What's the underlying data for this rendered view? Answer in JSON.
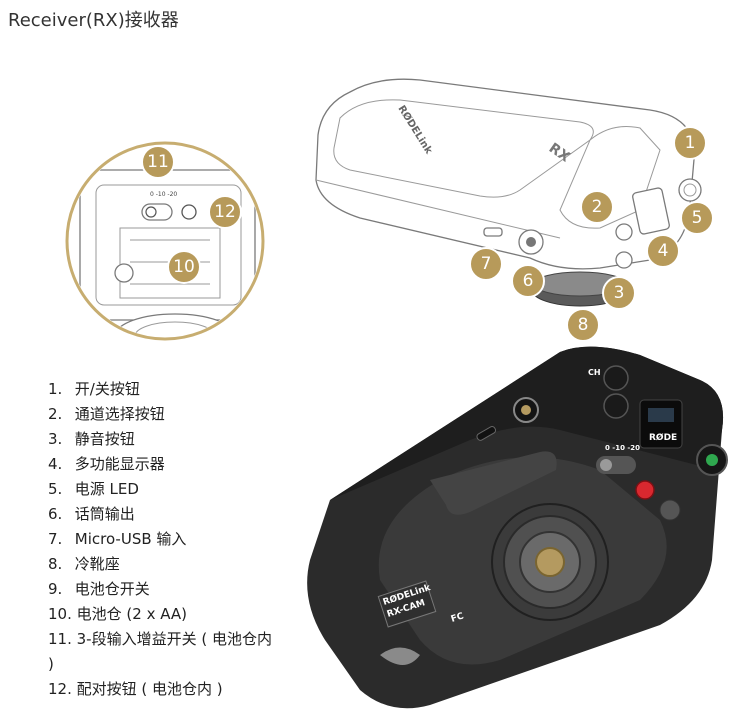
{
  "title": "Receiver(RX)接收器",
  "parts": [
    {
      "num": "1.",
      "label": "开/关按钮"
    },
    {
      "num": "2.",
      "label": "通道选择按钮"
    },
    {
      "num": "3.",
      "label": "静音按钮"
    },
    {
      "num": "4.",
      "label": "多功能显示器"
    },
    {
      "num": "5.",
      "label": "电源 LED"
    },
    {
      "num": "6.",
      "label": "话筒输出"
    },
    {
      "num": "7.",
      "label": "Micro-USB 输入"
    },
    {
      "num": "8.",
      "label": "冷靴座"
    },
    {
      "num": "9.",
      "label": "电池仓开关"
    },
    {
      "num": "10.",
      "label": "电池仓 (2 x AA)"
    },
    {
      "num": "11.",
      "label": "3-段输入增益开关 ( 电池仓内 )"
    },
    {
      "num": "12.",
      "label": "配对按钮 ( 电池仓内 )"
    }
  ],
  "callouts": [
    "1",
    "2",
    "3",
    "4",
    "5",
    "6",
    "7",
    "8",
    "10",
    "11",
    "12"
  ],
  "device_labels": {
    "brand_top": "RØDELink",
    "rx_top": "RX",
    "brand_bottom": "RØDELink",
    "model_bottom": "RX-CAM",
    "screen_brand": "RØDE",
    "ch_label": "CH",
    "gain_marks": "0 -10 -20",
    "fc_mark": "FC"
  },
  "colors": {
    "callout": "#b79a5a",
    "device_body": "#2b2b2b",
    "mute_red": "#d9282f",
    "power_green": "#2fa84f"
  }
}
